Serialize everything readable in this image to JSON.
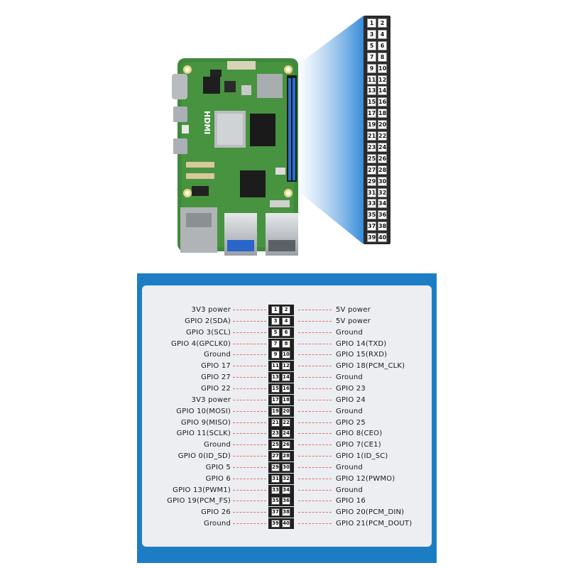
{
  "board_illustration": {
    "silkscreen_label": "HDMI"
  },
  "pins": [
    {
      "odd": "1",
      "even": "2",
      "left": "3V3 power",
      "right": "5V power"
    },
    {
      "odd": "3",
      "even": "4",
      "left": "GPIO 2(SDA)",
      "right": "5V power"
    },
    {
      "odd": "5",
      "even": "6",
      "left": "GPIO 3(SCL)",
      "right": "Ground"
    },
    {
      "odd": "7",
      "even": "8",
      "left": "GPIO 4(GPCLK0)",
      "right": "GPIO 14(TXD)"
    },
    {
      "odd": "9",
      "even": "10",
      "left": "Ground",
      "right": "GPIO 15(RXD)"
    },
    {
      "odd": "11",
      "even": "12",
      "left": "GPIO 17",
      "right": "GPIO 18(PCM_CLK)"
    },
    {
      "odd": "13",
      "even": "14",
      "left": "GPIO 27",
      "right": "Ground"
    },
    {
      "odd": "15",
      "even": "16",
      "left": "GPIO 22",
      "right": "GPIO 23"
    },
    {
      "odd": "17",
      "even": "18",
      "left": "3V3 power",
      "right": "GPIO 24"
    },
    {
      "odd": "19",
      "even": "20",
      "left": "GPIO 10(MOSI)",
      "right": "Ground"
    },
    {
      "odd": "21",
      "even": "22",
      "left": "GPIO 9(MISO)",
      "right": "GPIO 25"
    },
    {
      "odd": "23",
      "even": "24",
      "left": "GPIO 11(SCLK)",
      "right": "GPIO 8(CEO)"
    },
    {
      "odd": "25",
      "even": "26",
      "left": "Ground",
      "right": "GPIO 7(CE1)"
    },
    {
      "odd": "27",
      "even": "28",
      "left": "GPIO 0(ID_SD)",
      "right": "GPIO 1(ID_SC)"
    },
    {
      "odd": "29",
      "even": "30",
      "left": "GPIO 5",
      "right": "Ground"
    },
    {
      "odd": "31",
      "even": "32",
      "left": "GPIO 6",
      "right": "GPIO 12(PWMO)"
    },
    {
      "odd": "33",
      "even": "34",
      "left": "GPIO 13(PWM1)",
      "right": "Ground"
    },
    {
      "odd": "35",
      "even": "36",
      "left": "GPIO 19(PCM_FS)",
      "right": "GPIO 16"
    },
    {
      "odd": "37",
      "even": "38",
      "left": "GPIO 26",
      "right": "GPIO 20(PCM_DIN)"
    },
    {
      "odd": "39",
      "even": "40",
      "left": "Ground",
      "right": "GPIO 21(PCM_DOUT)"
    }
  ],
  "colors": {
    "panel_border": "#1d7dc4",
    "panel_background": "#eceef1",
    "leader_lines": "#e07070",
    "connector": "#1f1f1f",
    "pcb": "#3f8a3a"
  }
}
